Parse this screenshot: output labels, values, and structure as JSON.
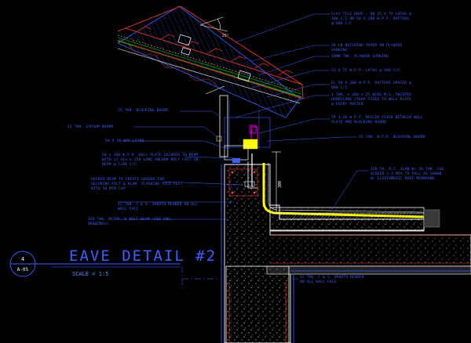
{
  "drawing": {
    "title": "EAVE DETAIL #2",
    "scale": "SCALE = 1:5",
    "detail_number": "4",
    "sheet_number": "A-05",
    "roof_angle": "25°",
    "dimension": "300",
    "colors": {
      "background": "#000000",
      "annotation": "#3f5fff",
      "linework_white": "#ffffff",
      "membrane_yellow": "#ffff00",
      "roof_green": "#00c000",
      "tile_red": "#c03030",
      "fascia_magenta": "#ff00ff"
    }
  },
  "annotations_right": [
    [
      "CLAY TILE ROOF - ON 25 X 75 LATHS @",
      "300 C/C ON 50 X 200 W.P.P. RAFTERS",
      "@ 600 C/C"
    ],
    [
      "30 LB BUILDING PAPER ON PLYWOOD",
      "SARKING"
    ],
    [
      "18MM THK. PLYWOOD SARKING"
    ],
    [
      "25 X 75 W.P.P. LATHS @ 300 C/C"
    ],
    [
      "EL 50 X 200 W.P.P. RAFTERS SPACED @",
      "600 C/C"
    ],
    [
      "1 THK. x 200 x 25 WIDE M.S. TWISTED",
      "HURRICANE STRAP FIXED TO WALL PLATE",
      "@ EVERY RAFTER"
    ],
    [
      "TR 3.50 W.P.P. NAILER FIXED BETWEEN WALL",
      "PLATE AND BLOCKING BOARD"
    ],
    [
      "25 THK. W.P.P. BLOCKING BOARD"
    ],
    [
      "150 TH. R.C. SLAB W/ 50 THK. C&S",
      "SCREED 1:3 MIX TO FALL AS SHOWN",
      "W/ ELASTOMERIC ROOF MEMBRANE"
    ],
    [
      "12 THK. C & S. SMOOTH RENDER",
      "ON ALL WALL FACE"
    ]
  ],
  "annotations_left": [
    [
      "25 THK. BLOCKING BOARD"
    ],
    [
      "12 THK. GYPSUM BOARD"
    ],
    [
      "50 X 50 WPP LATHS"
    ],
    [
      "50 x 100 W.P.P. WALL PLATE SECURED TO BEAM",
      "WITH 12 dia x 250 LONG ANCHOR BOLT CAST IN",
      "BEAM @ 1200 C/C"
    ],
    [
      "HACKED BEAM TO CREATE GROOVE FOR",
      "SECURING FELT & ALUM. FLASHING FOLD FELT",
      "WITH 50 MIN LAP"
    ],
    [
      "12 THK. C & S. SMOOTH RENDER ON ALL",
      "WALL FACE"
    ],
    [
      "150 THK. REINF.'D BELT BEAM (SEE ENG.",
      "DRAWINGS)"
    ]
  ]
}
